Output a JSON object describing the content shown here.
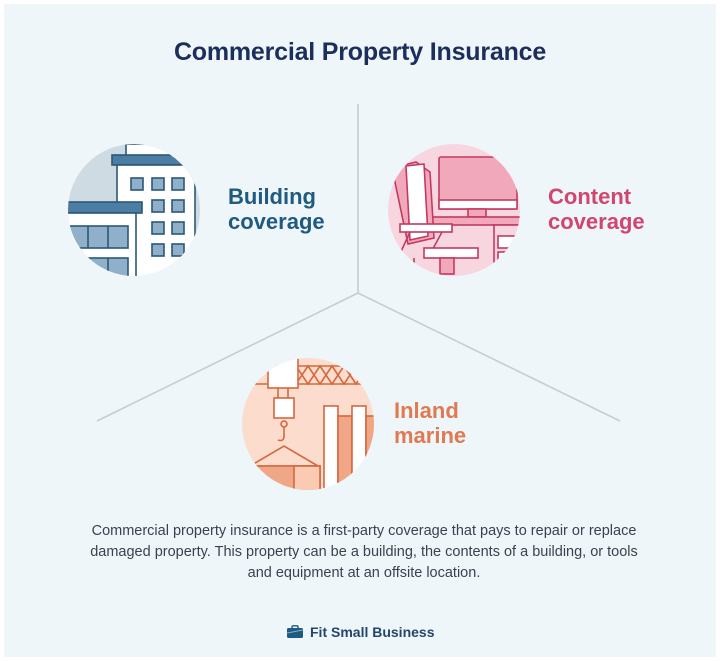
{
  "title": "Commercial Property Insurance",
  "items": [
    {
      "id": "building",
      "label_line1": "Building",
      "label_line2": "coverage",
      "icon": "office-building-icon",
      "color": "#1f5a80",
      "circle_color": "#cfdbe3"
    },
    {
      "id": "content",
      "label_line1": "Content",
      "label_line2": "coverage",
      "icon": "office-chair-desk-monitor-icon",
      "color": "#d2456f",
      "circle_color": "#f8d6df"
    },
    {
      "id": "inland-marine",
      "label_line1": "Inland",
      "label_line2": "marine",
      "icon": "crane-cargo-icon",
      "color": "#e07a52",
      "circle_color": "#fbdccd"
    }
  ],
  "description": "Commercial property insurance is a first-party coverage that pays to repair or replace damaged property. This property can be a building, the contents of a building, or tools and equipment at an offsite location.",
  "brand": {
    "name": "Fit Small Business",
    "icon": "briefcase-icon"
  },
  "colors": {
    "background": "#eff6fa",
    "title": "#1c2e5c",
    "divider": "#c4cdd4",
    "text": "#3c4150"
  }
}
